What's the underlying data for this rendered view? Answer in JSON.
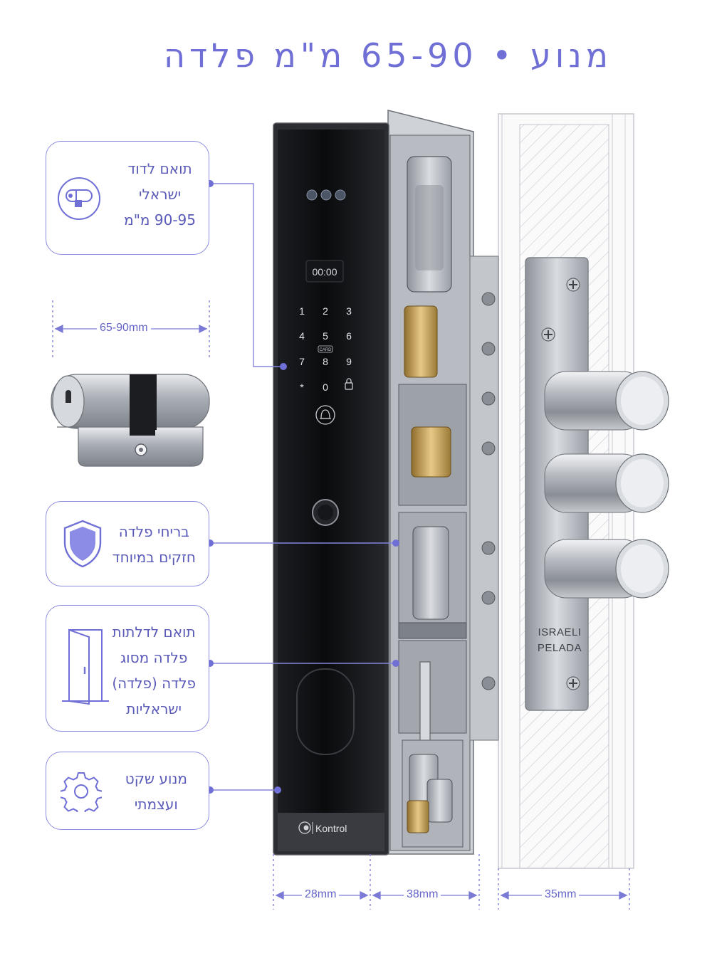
{
  "title": "מנוע • 65-90 מ\"מ פלדה",
  "cards": {
    "cylinder": {
      "lines": [
        "תואם לדוד",
        "ישראלי",
        "90-95 מ\"מ"
      ],
      "icon": "cylinder-lock-icon"
    },
    "security": {
      "lines": [
        "בריחי פלדה",
        "חזקים במיוחד"
      ],
      "icon": "shield-icon"
    },
    "door": {
      "lines": [
        "תואם לדלתות",
        "פלדה מסוג",
        "פלדה (פלדה)",
        "ישראליות"
      ],
      "icon": "door-icon"
    },
    "motor": {
      "lines": [
        "מנוע שקט",
        "ועצמתי"
      ],
      "icon": "gear-icon"
    }
  },
  "dimensions": {
    "cylinder_length": "65-90mm",
    "lock_front": "28mm",
    "lock_body": "38mm",
    "strike_plate": "35mm"
  },
  "lock": {
    "display_time": "00:00",
    "keys": [
      "1",
      "2",
      "3",
      "4",
      "5",
      "6",
      "7",
      "8",
      "9",
      "*",
      "0"
    ],
    "card_label": "CARD",
    "brand": "Kontrol",
    "plate_text": [
      "ISRAELI",
      "PELADA"
    ]
  },
  "colors": {
    "accent": "#6f6fd6",
    "lock_face": "#101114",
    "steel": "#b9bcc2"
  }
}
